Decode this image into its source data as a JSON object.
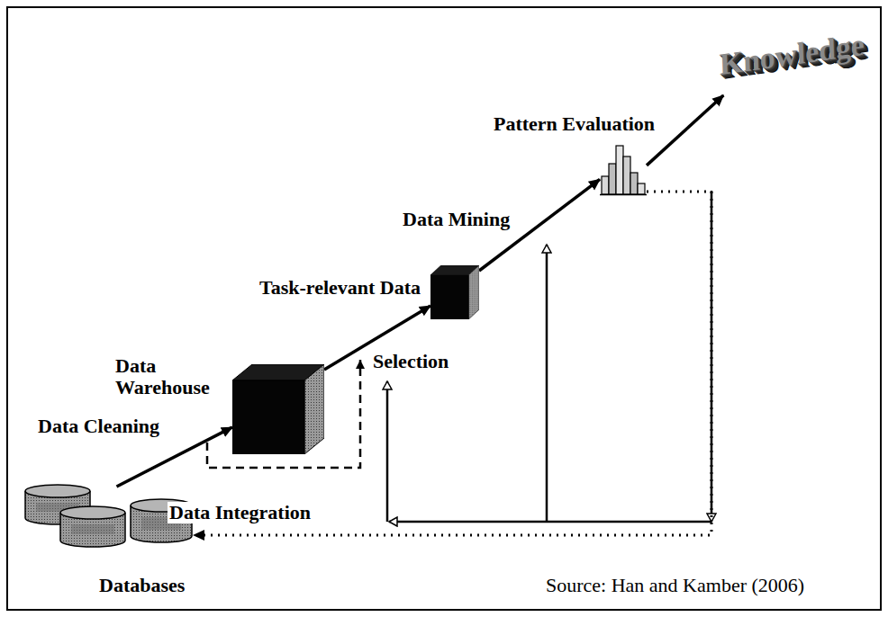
{
  "diagram": {
    "caption": "Source: Han and Kamber (2006)",
    "nodes": [
      {
        "text": [
          "Databases"
        ]
      },
      {
        "text": [
          "Data Warehouse"
        ]
      },
      {
        "text": [
          "Task-relevant Data"
        ]
      },
      {
        "text": [
          "Pattern Evaluation"
        ]
      },
      {
        "text": [
          "Knowledge"
        ]
      }
    ],
    "edges": [
      {
        "from": 0,
        "to": 1,
        "arrow": "to",
        "label": "Data Cleaning"
      },
      {
        "from": 1,
        "to": 2,
        "arrow": "to"
      },
      {
        "from": 2,
        "to": 3,
        "arrow": "to",
        "label": "Data Mining"
      },
      {
        "from": 3,
        "to": 4,
        "arrow": "to"
      },
      {
        "from": 3,
        "to": 0,
        "arrow": "to"
      }
    ],
    "labels": [
      "Data Integration",
      "Selection"
    ]
  }
}
